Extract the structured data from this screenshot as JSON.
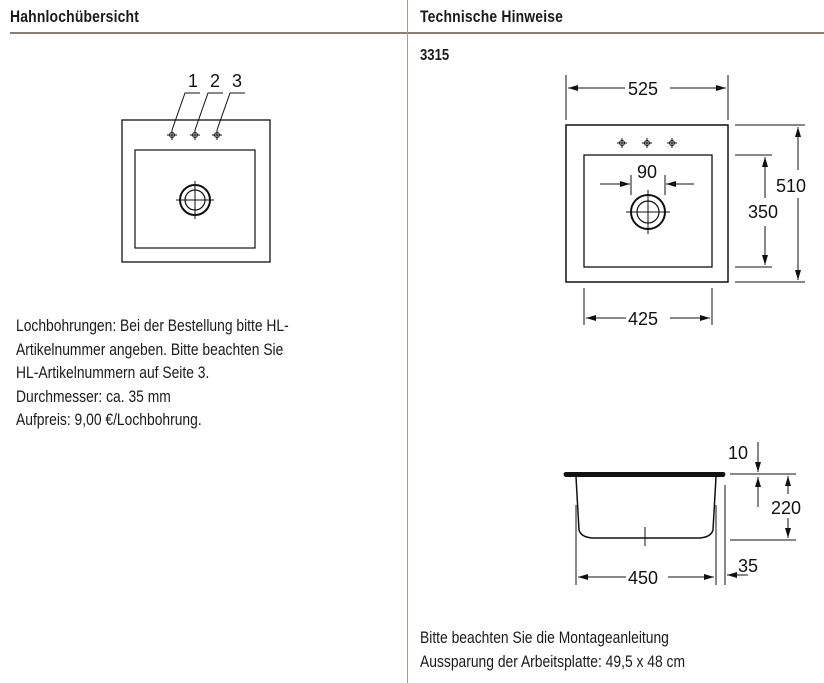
{
  "left": {
    "title": "Hahnlochübersicht",
    "hole_labels": [
      "1",
      "2",
      "3"
    ],
    "notes": [
      "Lochbohrungen: Bei der Bestellung bitte HL-",
      "Artikelnummer angeben. Bitte beachten Sie",
      "HL-Artikelnummern auf Seite 3.",
      "Durchmesser: ca. 35 mm",
      "Aufpreis: 9,00 €/Lochbohrung."
    ]
  },
  "right": {
    "title": "Technische Hinweise",
    "model": "3315",
    "top_view": {
      "width": "525",
      "depth": "510",
      "bowl_depth": "350",
      "bowl_width": "425",
      "drain": "90"
    },
    "side_view": {
      "rim": "10",
      "height": "220",
      "bowl_width": "450",
      "offset": "35"
    },
    "notes": [
      "Bitte beachten Sie die Montageanleitung",
      "Aussparung der Arbeitsplatte: 49,5 x 48 cm"
    ]
  }
}
